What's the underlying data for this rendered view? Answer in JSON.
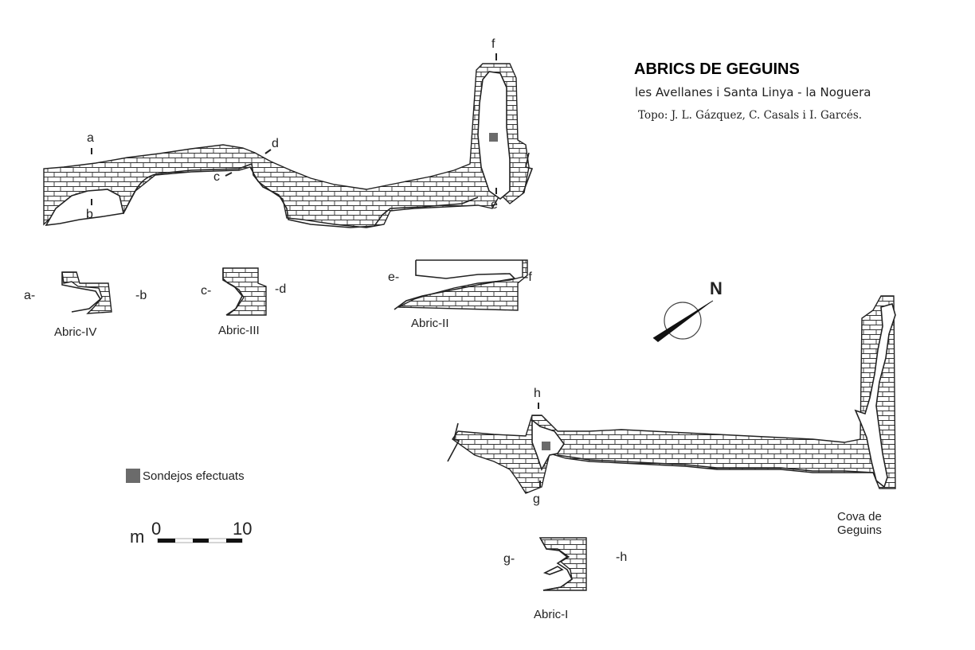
{
  "header": {
    "title": "ABRICS DE GEGUINS",
    "subtitle": "les Avellanes i Santa Linya - la Noguera",
    "credit": "Topo: J. L. Gázquez, C. Casals i I. Garcés."
  },
  "section_letters": {
    "a": "a",
    "b": "b",
    "c": "c",
    "d": "d",
    "e": "e",
    "f": "f",
    "g": "g",
    "h": "h"
  },
  "profiles": {
    "abric_iv": {
      "name": "Abric-IV",
      "left": "a-",
      "right": "-b"
    },
    "abric_iii": {
      "name": "Abric-III",
      "left": "c-",
      "right": "-d"
    },
    "abric_ii": {
      "name": "Abric-II",
      "left": "e-",
      "right": "-f"
    },
    "abric_i": {
      "name": "Abric-I",
      "left": "g-",
      "right": "-h"
    }
  },
  "cave_label": {
    "line1": "Cova de",
    "line2": "Geguins"
  },
  "north_arrow": {
    "label": "N"
  },
  "legend": {
    "text": "Sondejos efectuats",
    "color": "#6b6b6b"
  },
  "scale_bar": {
    "unit": "m",
    "min": "0",
    "max": "10"
  },
  "colors": {
    "ink": "#222222",
    "sample_marker": "#6b6b6b"
  }
}
